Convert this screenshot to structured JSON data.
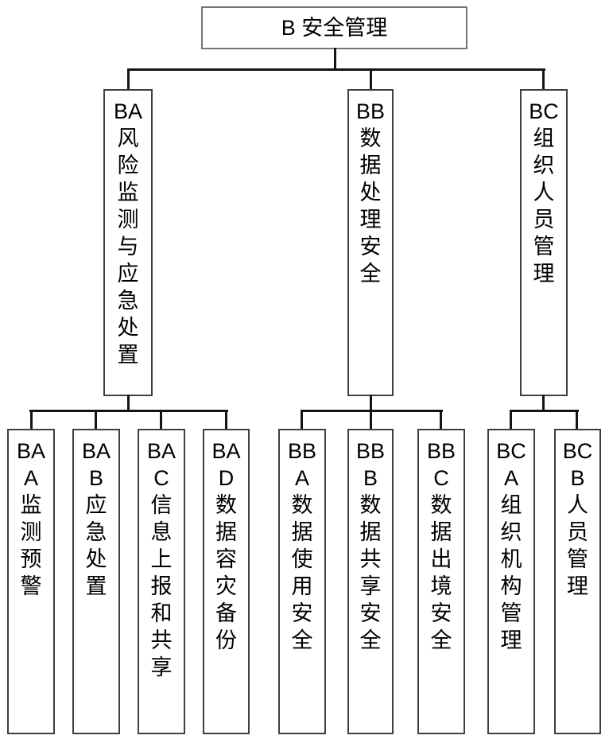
{
  "colors": {
    "line_color": "#141414",
    "box_border_color": "#3f3f3f",
    "root_border_color": "#757575",
    "background_color": "#ffffff",
    "text_color": "#000000"
  },
  "tree": {
    "root": {
      "code": "B",
      "label": "安全管理",
      "display": "B 安全管理"
    },
    "children": [
      {
        "code": "BA",
        "label": "风险监测与应急处置",
        "display": "BA\n风\n险\n监\n测\n与\n应\n急\n处\n置",
        "children": [
          {
            "code": "BAA",
            "label": "监测预警",
            "display": "BA\nA\n监\n测\n预\n警"
          },
          {
            "code": "BAB",
            "label": "应急处置",
            "display": "BA\nB\n应\n急\n处\n置"
          },
          {
            "code": "BAC",
            "label": "信息上报和共享",
            "display": "BA\nC\n信\n息\n上\n报\n和\n共\n享"
          },
          {
            "code": "BAD",
            "label": "数据容灾备份",
            "display": "BA\nD\n数\n据\n容\n灾\n备\n份"
          }
        ]
      },
      {
        "code": "BB",
        "label": "数据处理安全",
        "display": "BB\n数\n据\n处\n理\n安\n全",
        "children": [
          {
            "code": "BBA",
            "label": "数据使用安全",
            "display": "BB\nA\n数\n据\n使\n用\n安\n全"
          },
          {
            "code": "BBB",
            "label": "数据共享安全",
            "display": "BB\nB\n数\n据\n共\n享\n安\n全"
          },
          {
            "code": "BBC",
            "label": "数据出境安全",
            "display": "BB\nC\n数\n据\n出\n境\n安\n全"
          }
        ]
      },
      {
        "code": "BC",
        "label": "组织人员管理",
        "display": "BC\n组\n织\n人\n员\n管\n理",
        "children": [
          {
            "code": "BCA",
            "label": "组织机构管理",
            "display": "BC\nA\n组\n织\n机\n构\n管\n理"
          },
          {
            "code": "BCB",
            "label": "人员管理",
            "display": "BC\nB\n人\n员\n管\n理"
          }
        ]
      }
    ]
  }
}
